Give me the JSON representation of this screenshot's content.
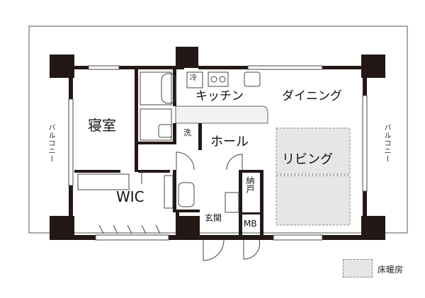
{
  "rooms": {
    "bedroom": "寝室",
    "kitchen": "キッチン",
    "dining": "ダイニング",
    "hall": "ホール",
    "living": "リビング",
    "wic": "WIC",
    "entrance": "玄関",
    "storage": "納戸",
    "mb": "MB",
    "laundry": "洗",
    "fridge": "冷"
  },
  "balcony": {
    "left": "バルコニー",
    "right": "バルコニー"
  },
  "legend": {
    "floor_heating": "床暖房"
  },
  "colors": {
    "wall": "#231815",
    "floor_heating": "#e6e6e6",
    "counter": "#f2f2f2"
  }
}
